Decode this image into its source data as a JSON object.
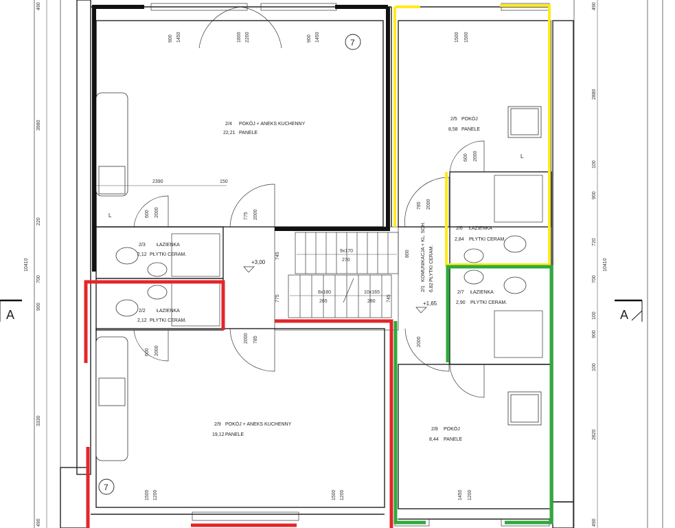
{
  "rooms": [
    {
      "id": "r24",
      "code": "2/4",
      "name": "POKÓJ + ANEKS KUCHENNY",
      "area": "22,21",
      "finish": "PANELE"
    },
    {
      "id": "r25",
      "code": "2/5",
      "name": "POKÓJ",
      "area": "8,58",
      "finish": "PANELE"
    },
    {
      "id": "r26",
      "code": "2/6",
      "name": "ŁAZIENKA",
      "area": "2,84",
      "finish": "PŁYTKI CERAM."
    },
    {
      "id": "r23",
      "code": "2/3",
      "name": "ŁAZIENKA",
      "area": "2,12",
      "finish": "PŁYTKI CERAM."
    },
    {
      "id": "r22",
      "code": "2/2",
      "name": "ŁAZIENKA",
      "area": "2,12",
      "finish": "PŁYTKI CERAM."
    },
    {
      "id": "r21",
      "code": "2/1",
      "name": "KOMUNIKACJA + KL. SCH.",
      "area": "6,82",
      "finish": "PŁYTKI CERAM."
    },
    {
      "id": "r27",
      "code": "2/7",
      "name": "ŁAZIENKA",
      "area": "2,90",
      "finish": "PŁYTKI CERAM."
    },
    {
      "id": "r29",
      "code": "2/9",
      "name": "POKÓJ + ANEKS KUCHENNY",
      "area": "19,12",
      "finish": "PANELE"
    },
    {
      "id": "r28",
      "code": "2/8",
      "name": "POKÓJ",
      "area": "8,44",
      "finish": "PANELE"
    }
  ],
  "levels": {
    "upper": "+3,00",
    "mid": "+1,65"
  },
  "section_marks": {
    "left": "A",
    "right": "A"
  },
  "axis_bubbles": {
    "top": "7",
    "bottom": "7"
  },
  "stairs": {
    "upper": "9x170",
    "upper_len": "270",
    "lower1": "8x180",
    "lower1_len": "265",
    "lower2": "10x165",
    "lower2_len": "280",
    "landing": "800"
  },
  "dims": {
    "left": [
      "490",
      "3980",
      "220",
      "10410",
      "700",
      "900",
      "3330",
      "490"
    ],
    "right": [
      "490",
      "2880",
      "100",
      "900",
      "720",
      "10410",
      "700",
      "100",
      "900",
      "100",
      "2820",
      "490"
    ],
    "top": [
      "900",
      "1450",
      "1800",
      "2200",
      "900",
      "1450",
      "1500",
      "1500"
    ],
    "bottom": [
      "1500",
      "1200",
      "1500",
      "1200",
      "1450",
      "1200"
    ],
    "door": [
      "600",
      "2000",
      "775",
      "2000",
      "785",
      "2000",
      "745",
      "775",
      "2000",
      "785",
      "2000",
      "600",
      "2000",
      "600",
      "2000",
      "745"
    ],
    "k2390": "2390",
    "k150": "150",
    "l_mark": [
      "L",
      "L"
    ]
  }
}
